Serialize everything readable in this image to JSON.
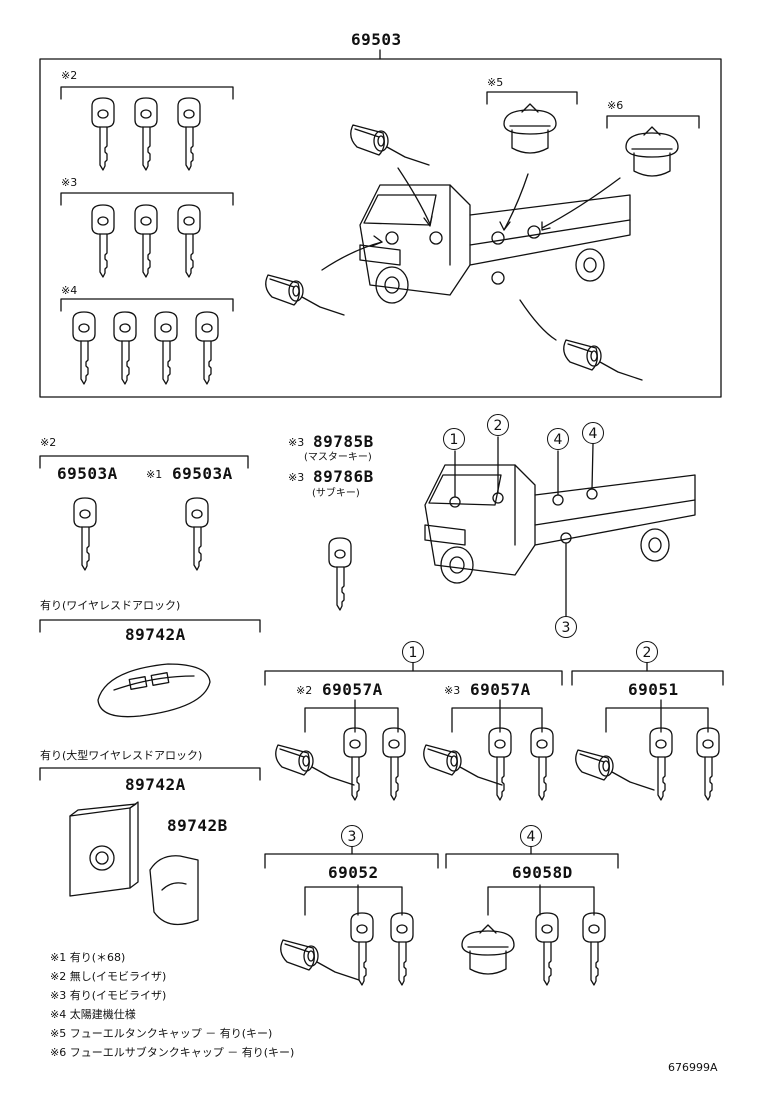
{
  "main_part": "69503",
  "groups": {
    "g2_mark": "※2",
    "g3_mark": "※3",
    "g4_mark": "※4",
    "g5_mark": "※5",
    "g6_mark": "※6"
  },
  "parts": {
    "p69503A_mark": "※2",
    "p69503A_1": "69503A",
    "p69503A_2_prefix": "※1",
    "p69503A_2": "69503A",
    "p89785B_prefix": "※3",
    "p89785B": "89785B",
    "p89785B_sub": "(マスターキー)",
    "p89786B_prefix": "※3",
    "p89786B": "89786B",
    "p89786B_sub": "(サブキー)",
    "wireless_label": "有り(ワイヤレスドアロック)",
    "p89742A": "89742A",
    "large_wireless_label": "有り(大型ワイヤレスドアロック)",
    "p89742A_2": "89742A",
    "p89742B": "89742B"
  },
  "sets": {
    "c1": "1",
    "c2": "2",
    "c3": "3",
    "c4": "4",
    "s1a_prefix": "※2",
    "s1a": "69057A",
    "s1b_prefix": "※3",
    "s1b": "69057A",
    "s2": "69051",
    "s3": "69052",
    "s4": "69058D"
  },
  "truck_callouts": [
    "1",
    "2",
    "4",
    "4",
    "3"
  ],
  "notes": [
    "※1 有り(＊68)",
    "※2 無し(イモビライザ)",
    "※3 有り(イモビライザ)",
    "※4 太陽建機仕様",
    "※5 フューエルタンクキャップ － 有り(キー)",
    "※6 フューエルサブタンクキャップ － 有り(キー)"
  ],
  "ref_code": "676999A"
}
